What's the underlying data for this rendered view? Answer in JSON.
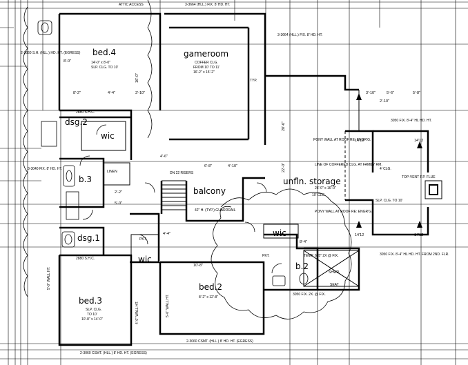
{
  "rooms": {
    "bed4": {
      "name": "bed.4",
      "notes": [
        "14'-0\" x 8'-0\"",
        "SLP. CLG. TO 10'"
      ]
    },
    "gameroom": {
      "name": "gameroom",
      "notes": [
        "COFFER CLG.",
        "FROM 10' TO 11'",
        "16'-2\" x 15'-2\""
      ]
    },
    "dsg2": {
      "name": "dsg.2"
    },
    "wic_top": {
      "name": "wic"
    },
    "b3": {
      "name": "b.3"
    },
    "balcony": {
      "name": "balcony"
    },
    "unfln_storage": {
      "name": "unfln. storage",
      "notes": [
        "26'-0\" x 16'-0\""
      ]
    },
    "dsg1": {
      "name": "dsg.1"
    },
    "wic_mid": {
      "name": "wic"
    },
    "wic_right": {
      "name": "wic"
    },
    "b2": {
      "name": "b.2"
    },
    "bed3": {
      "name": "bed.3",
      "notes": [
        "SLP. CLG.",
        "TO 10'",
        "10'-8\" x 14'-0\""
      ]
    },
    "bed2": {
      "name": "bed.2",
      "notes": [
        "8'-2\" x 12'-8\""
      ]
    }
  },
  "notes": {
    "attic": "ATTIC ACCESS",
    "top_window": "3-3664 (HLL.) FIX. 8' HD. HT.",
    "gameroom_window": "3-3664 (HLL.) FIX. 8' HD. HT.",
    "left_window": "2-3660 S.H. (HLL.) HD. HT. (EGRESS)",
    "riser": "DN 22 RISERS",
    "rail": "42\" H. (TYP.) GUARDRAIL",
    "pony_top": "PONY WALL AT ROOF RE: ENGR'G.",
    "pony_bottom": "PONY WALL AT ROOF RE: ENGR'G.",
    "chase": "LINE OF COFFERED CLG. AT FAMILY RM.",
    "ceiling_storage": "4' CLG.",
    "ceiling_storage2": "10' CLG.",
    "slp_storage": "SLP. CLG. TO 10'",
    "fix_top_right": "3050 FIX. 8'-4\" HL HD. HT.",
    "topvent": "TOP-VENT F.P. FLUE",
    "fix_bottom_right": "3050 FIX. 8'-4\" HL HD. HT. FROM 2ND. FLR.",
    "b2_fix": "3050 FIX. 2X. @ FIX.",
    "temp": "TEMP. 6'-5\" 2X @ FIX.",
    "shwr": "SHWR.",
    "seat": "SEAT",
    "bed2_window": "2-3060 CSMT. (HLL.) 8' HD. HT. (EGRESS)",
    "bed3_window": "2-3060 CSMT. (HLL.) 8' HD. HT. (EGRESS)",
    "linen": "LINEN",
    "pkt1": "PKT.",
    "pkt2": "PKT.",
    "typ": "TYP.",
    "slope_s": "2880 S.H.C.",
    "slope_s2": "2880 S.H.C.",
    "bed3_wall": "5'-0\" WALL HT.",
    "bed3_wall2": "4'-0\" WALL HT.",
    "bed2_dwall": "5'-0\" WALL HT.",
    "fill_window": "3-3040 FIX. 8' HD. HT."
  },
  "dimensions": {
    "d1": "8'-2\"",
    "d2": "4'-4\"",
    "d3": "3'-10\"",
    "d4": "3'-10\"",
    "d5": "5'-6\"",
    "d6": "5'-8\"",
    "d7": "2'-10\"",
    "d8": "16'-0\"",
    "d9": "4'-6\"",
    "d10": "6'-8\"",
    "d11": "10'-8\"",
    "d12": "4'-10\"",
    "d13": "14'12",
    "d14": "14'12",
    "d15": "14'12",
    "d16": "14'12",
    "d17": "22'-0\"",
    "d18": "20'-6\"",
    "d19": "8'-4\"",
    "d20": "2'-2\"",
    "d21": "6'-8\"",
    "d22": "4'-4\"",
    "d23": "8'-0\"",
    "d24": "5'-0\""
  },
  "colors": {
    "ink": "#000000",
    "paper": "#ffffff"
  }
}
